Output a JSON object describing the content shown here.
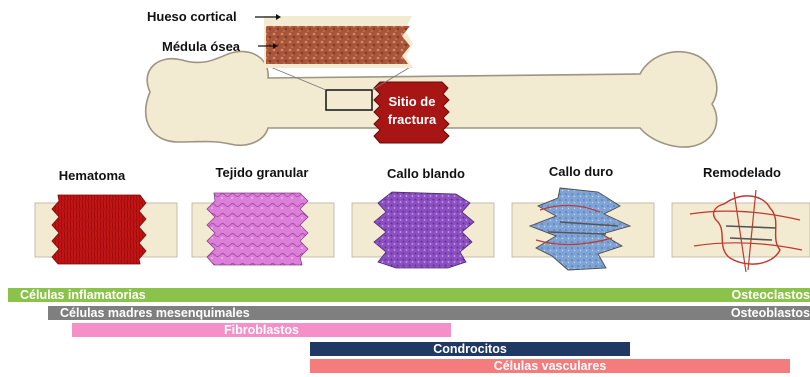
{
  "inset": {
    "cortical_label": "Hueso cortical",
    "marrow_label": "Médula ósea"
  },
  "fracture_site": {
    "line1": "Sitio de",
    "line2": "fractura"
  },
  "stages": [
    {
      "name": "Hematoma",
      "icon": "hematoma-block"
    },
    {
      "name": "Tejido granular",
      "icon": "granulation-tissue-block"
    },
    {
      "name": "Callo blando",
      "icon": "soft-callus-block"
    },
    {
      "name": "Callo duro",
      "icon": "hard-callus-block"
    },
    {
      "name": "Remodelado",
      "icon": "remodeling-block"
    }
  ],
  "cells": [
    {
      "label": "Células inflamatorias",
      "right_label": "Osteoclastos",
      "color": "#8bc34a"
    },
    {
      "label": "Células madres mesenquimales",
      "right_label": "Osteoblastos",
      "color": "#7f7f7f"
    },
    {
      "label": "Fibroblastos",
      "color": "#f48fc8"
    },
    {
      "label": "Condrocitos",
      "color": "#1f3864"
    },
    {
      "label": "Células vasculares",
      "color": "#f47c7c"
    }
  ]
}
